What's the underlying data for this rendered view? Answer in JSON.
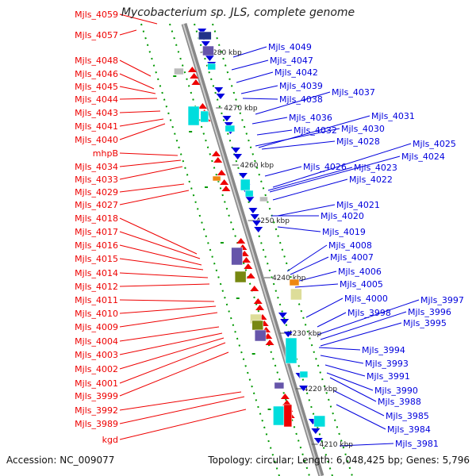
{
  "title": "Mycobacterium sp. JLS, complete genome",
  "accession": "Accession: NC_009077",
  "meta": "Topology: circular; Length: 6,048,425 bp; Genes: 5,796",
  "colors": {
    "reverse": "#ee0000",
    "forward": "#0000dd",
    "backbone": "#999999",
    "cds_cyan": "#00dddd",
    "olive": "#778811",
    "khaki": "#dddd99",
    "purple": "#6655aa",
    "orange": "#ee8811",
    "gray": "#bbbbbb",
    "green": "#009900"
  },
  "left_labels": [
    "Mjls_4059",
    "Mjls_4057",
    "Mjls_4048",
    "Mjls_4046",
    "Mjls_4045",
    "Mjls_4044",
    "Mjls_4043",
    "Mjls_4041",
    "Mjls_4040",
    "mhpB",
    "Mjls_4034",
    "Mjls_4033",
    "Mjls_4029",
    "Mjls_4027",
    "Mjls_4018",
    "Mjls_4017",
    "Mjls_4016",
    "Mjls_4015",
    "Mjls_4014",
    "Mjls_4012",
    "Mjls_4011",
    "Mjls_4010",
    "Mjls_4009",
    "Mjls_4004",
    "Mjls_4003",
    "Mjls_4002",
    "Mjls_4001",
    "Mjls_3999",
    "Mjls_3992",
    "Mjls_3989",
    "kgd"
  ],
  "right_labels": [
    "Mjls_4049",
    "Mjls_4047",
    "Mjls_4042",
    "Mjls_4039",
    "Mjls_4038",
    "Mjls_4037",
    "Mjls_4036",
    "Mjls_4032",
    "Mjls_4031",
    "Mjls_4030",
    "Mjls_4028",
    "Mjls_4025",
    "Mjls_4024",
    "Mjls_4026",
    "Mjls_4023",
    "Mjls_4022",
    "Mjls_4021",
    "Mjls_4020",
    "Mjls_4019",
    "Mjls_4008",
    "Mjls_4007",
    "Mjls_4006",
    "Mjls_4005",
    "Mjls_4000",
    "Mjls_3997",
    "Mjls_3998",
    "Mjls_3996",
    "Mjls_3995",
    "Mjls_3994",
    "Mjls_3993",
    "Mjls_3991",
    "Mjls_3990",
    "Mjls_3988",
    "Mjls_3985",
    "Mjls_3984",
    "Mjls_3981"
  ],
  "kbp_ticks": [
    "4280 kbp",
    "4270 kbp",
    "4260 kbp",
    "4250 kbp",
    "4240 kbp",
    "4230 kbp",
    "4220 kbp",
    "4210 kbp"
  ]
}
